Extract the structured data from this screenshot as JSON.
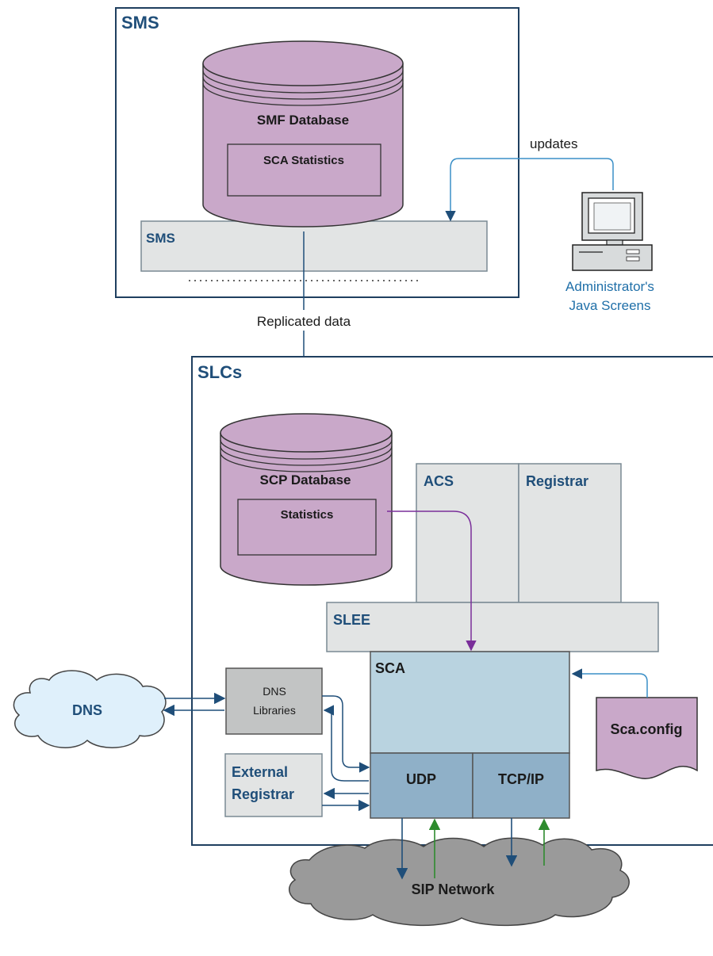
{
  "sms_box": {
    "title": "SMS"
  },
  "smf_db": {
    "title": "SMF Database",
    "inner": "SCA Statistics"
  },
  "sms_bar": {
    "label": "SMS"
  },
  "updates": {
    "label": "updates"
  },
  "admin": {
    "line1": "Administrator's",
    "line2": "Java Screens"
  },
  "replicated": {
    "label": "Replicated data"
  },
  "slc_box": {
    "title": "SLCs"
  },
  "scp_db": {
    "title": "SCP Database",
    "inner": "Statistics"
  },
  "acs": {
    "label": "ACS"
  },
  "registrar": {
    "label": "Registrar"
  },
  "slee": {
    "label": "SLEE"
  },
  "sca": {
    "label": "SCA"
  },
  "udp": {
    "label": "UDP"
  },
  "tcpip": {
    "label": "TCP/IP"
  },
  "dns_cloud": {
    "label": "DNS"
  },
  "dns_lib": {
    "line1": "DNS",
    "line2": "Libraries"
  },
  "ext_reg": {
    "line1": "External",
    "line2": "Registrar"
  },
  "sca_config": {
    "label": "Sca.config"
  },
  "sip_cloud": {
    "label": "SIP Network"
  },
  "colors": {
    "box_border": "#1f3f5f",
    "db_fill": "#c9a8c9",
    "panel_fill": "#e2e4e4",
    "sca_fill": "#b9d3e0",
    "port_fill": "#8fb0c8",
    "arrow_blue": "#1f4e79",
    "arrow_purple": "#7a2e9a",
    "arrow_green": "#2e8b2e",
    "cloud_blue": "#dff0fb",
    "cloud_grey": "#9a9a9a"
  }
}
